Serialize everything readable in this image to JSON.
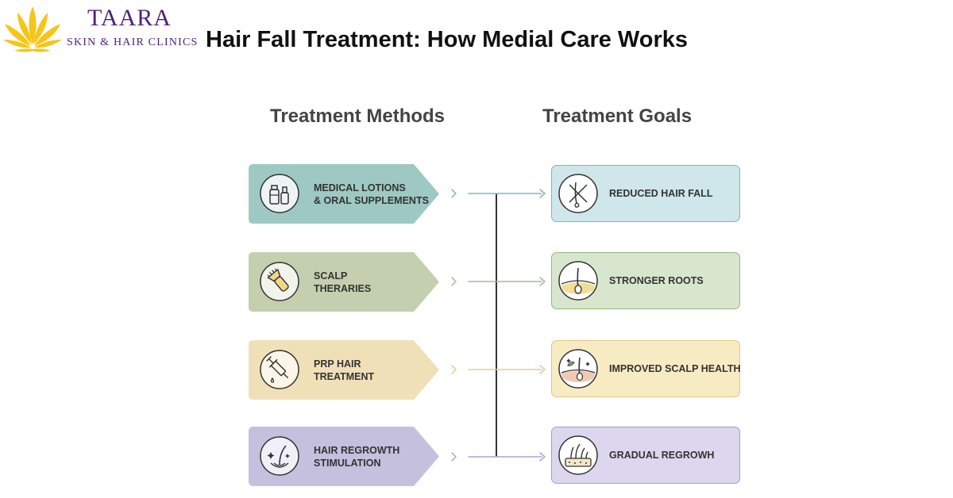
{
  "header": {
    "brand_name": "TAARA",
    "brand_sub": "SKIN & HAIR CLINICS",
    "title": "Hair Fall Treatment: How Medial Care Works"
  },
  "columns": {
    "methods_heading": "Treatment Methods",
    "goals_heading": "Treatment Goals"
  },
  "methods": [
    {
      "line1": "MEDICAL LOTIONS",
      "line2": "& ORAL SUPPLEMENTS",
      "icon": "bottles-icon",
      "color": "#9ec8c3"
    },
    {
      "line1": "SCALP",
      "line2": "THERARIES",
      "icon": "scalp-device-icon",
      "color": "#c3cfae"
    },
    {
      "line1": "PRP HAIR",
      "line2": "TREATMENT",
      "icon": "syringe-icon",
      "color": "#efe0b8"
    },
    {
      "line1": "HAIR REGROWTH",
      "line2": "STIMULATION",
      "icon": "hair-sparkle-icon",
      "color": "#c4c0de"
    }
  ],
  "goals": [
    {
      "label": "REDUCED HAIR FALL",
      "icon": "crossed-hair-icon",
      "color": "#cfe6ea",
      "border": "#7db5c0"
    },
    {
      "label": "STRONGER ROOTS",
      "icon": "hair-root-icon",
      "color": "#d7e6cd",
      "border": "#93b884"
    },
    {
      "label": "IMPROVED SCALP HEALTH",
      "icon": "healthy-scalp-icon",
      "color": "#f7ebc3",
      "border": "#e3c77f"
    },
    {
      "label": "GRADUAL REGROWH",
      "icon": "regrowth-icon",
      "color": "#dcd7ee",
      "border": "#a59bd0"
    }
  ]
}
